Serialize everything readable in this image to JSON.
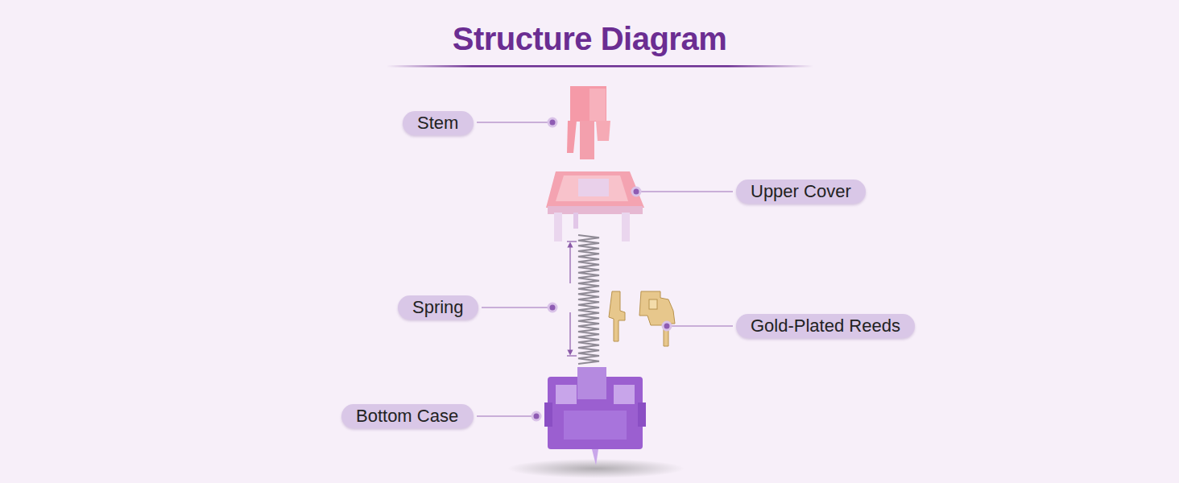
{
  "diagram": {
    "title": "Structure Diagram",
    "nodes": [
      {
        "text": [
          "Stem"
        ]
      },
      {
        "text": [
          "Upper Cover"
        ]
      },
      {
        "text": [
          "Spring"
        ]
      },
      {
        "text": [
          "Gold-Plated Reeds"
        ]
      },
      {
        "text": [
          "Bottom Case"
        ]
      }
    ]
  }
}
